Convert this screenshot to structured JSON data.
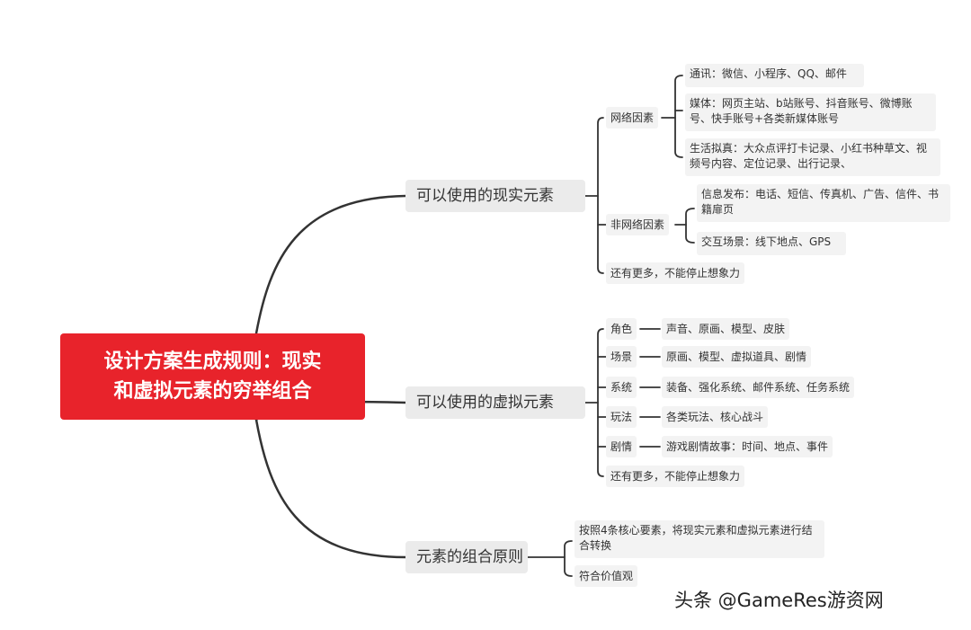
{
  "root": {
    "line1": "设计方案生成规则：现实",
    "line2": "和虚拟元素的穷举组合"
  },
  "branches": [
    {
      "label": "可以使用的现实元素",
      "children": [
        {
          "label": "网络因素",
          "leaves": [
            "通讯：微信、小程序、QQ、邮件",
            "媒体：网页主站、b站账号、抖音账号、微博账号、快手账号+各类新媒体账号",
            "生活拟真：大众点评打卡记录、小红书种草文、视频号内容、定位记录、出行记录、"
          ]
        },
        {
          "label": "非网络因素",
          "leaves": [
            "信息发布：电话、短信、传真机、广告、信件、书籍扉页",
            "交互场景：线下地点、GPS"
          ]
        },
        {
          "label": "还有更多，不能停止想象力"
        }
      ]
    },
    {
      "label": "可以使用的虚拟元素",
      "children": [
        {
          "label": "角色",
          "leaves": [
            "声音、原画、模型、皮肤"
          ]
        },
        {
          "label": "场景",
          "leaves": [
            "原画、模型、虚拟道具、剧情"
          ]
        },
        {
          "label": "系统",
          "leaves": [
            "装备、强化系统、邮件系统、任务系统"
          ]
        },
        {
          "label": "玩法",
          "leaves": [
            "各类玩法、核心战斗"
          ]
        },
        {
          "label": "剧情",
          "leaves": [
            "游戏剧情故事：时间、地点、事件"
          ]
        },
        {
          "label": "还有更多，不能停止想象力"
        }
      ]
    },
    {
      "label": "元素的组合原则",
      "children": [
        {
          "label": "按照4条核心要素，将现实元素和虚拟元素进行结合转换"
        },
        {
          "label": "符合价值观"
        }
      ]
    }
  ],
  "watermark": "头条 @GameRes游资网"
}
